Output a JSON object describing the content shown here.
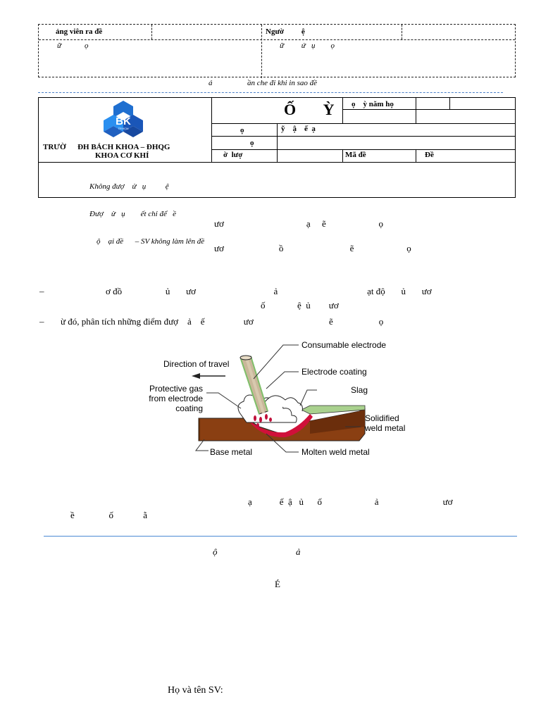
{
  "top_table": {
    "lecturer_label": "ảng viên ra đề",
    "reviewer_label": "Ngườ         ệ",
    "lecturer_sign": "ữ            ọ",
    "reviewer_sign": "ữ         ứ   ụ        ọ",
    "note": "á                  ần che đi khi in sao đề"
  },
  "header": {
    "logo_text": "BK",
    "logo_sub": "TP.HCM",
    "school_line1": "TRƯỜ      ĐH BÁCH KHOA – ĐHQG",
    "school_line2": "KHOA CƠ KHÍ",
    "title": "Ố       Ỳ",
    "term_label": "ọ    ỳ năm họ",
    "course_label": "ọ",
    "course_value": "ỹ    ậ    ế  ạ",
    "code_label": "ọ",
    "duration_label": "ờ  lượ",
    "exam_code_label": "Mã đề",
    "exam_label": "Đề",
    "rules": [
      "Không đượ    ử   ụ          ệ",
      "Đượ    ử   ụ        ết chỉ để   ề",
      "ộ    ại đề      – SV không làm lên đề"
    ]
  },
  "body": {
    "line1": "ươ                                    ạ     ẽ                       ọ",
    "line2": "ươ                        ồ                             ẽ                       ọ",
    "bullet_symbol": "–",
    "bullet1_a": "ơ đồ                   ủ       ươ                                  ả                                       ạt độ       ủ       ươ",
    "bullet1_b": "ố              ệ  ủ        ươ",
    "bullet2": "ừ đó, phân tích những điểm đượ    ả    ế                 ươ                                 ẽ                    ọ",
    "para2_a": "ạ            ế  ậ   ủ      ố                       ả                            ươ",
    "para2_b": "ề               ố             ằ",
    "section_a": "ộ",
    "section_b": "ả",
    "section_c": "É",
    "student_name": "Họ và tên SV:"
  },
  "figure": {
    "labels": {
      "consumable_electrode": "Consumable electrode",
      "direction": "Direction of travel",
      "electrode_coating": "Electrode coating",
      "slag": "Slag",
      "protective_gas_1": "Protective gas",
      "protective_gas_2": "from electrode",
      "protective_gas_3": "coating",
      "solidified_1": "Solidified",
      "solidified_2": "weld metal",
      "base_metal": "Base metal",
      "molten": "Molten weld metal"
    },
    "colors": {
      "base_metal": "#8a3f12",
      "molten": "#d0103a",
      "slag": "#a9d18e",
      "electrode": "#c9b79a"
    }
  }
}
